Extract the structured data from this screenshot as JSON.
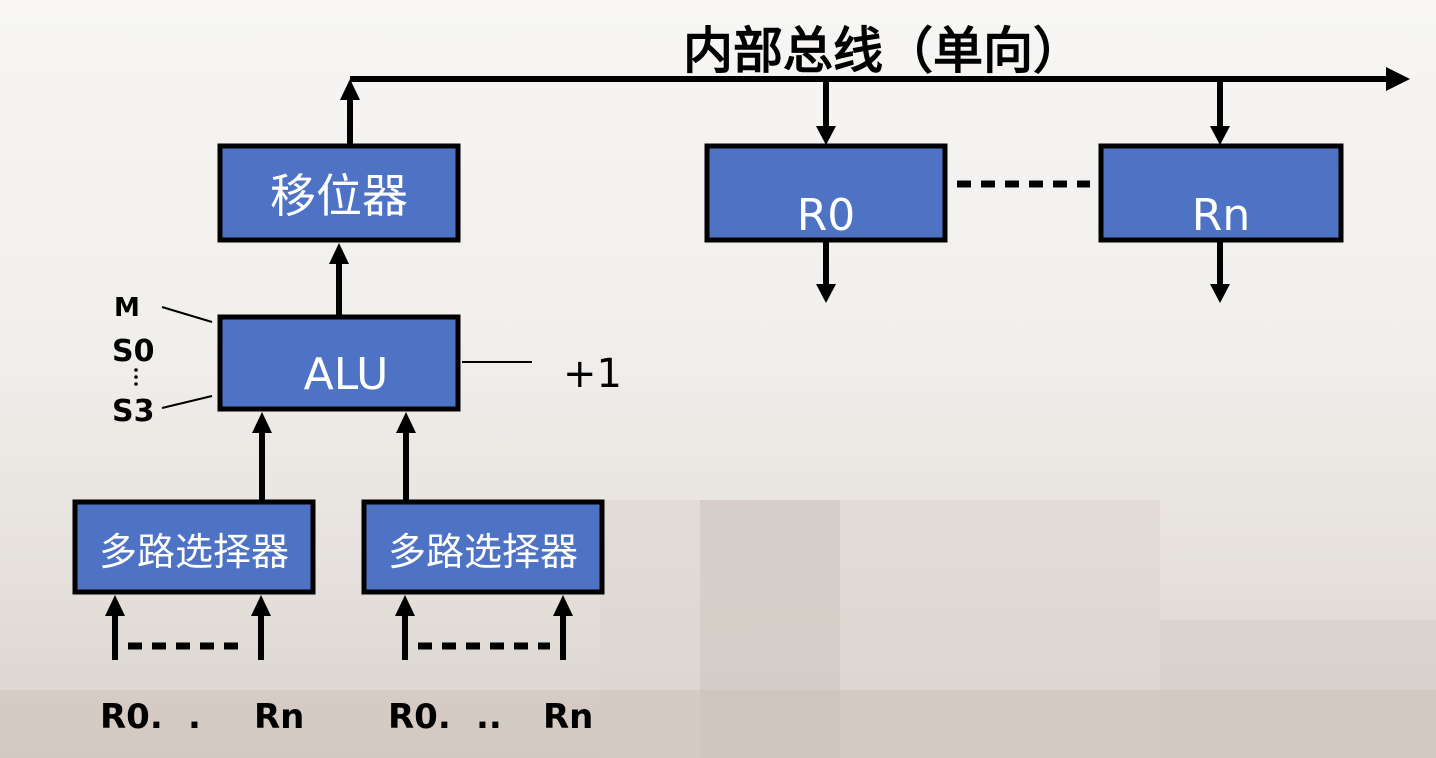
{
  "title": "内部总线（单向）",
  "blocks": {
    "shifter": "移位器",
    "alu": "ALU",
    "reg_r0": "R0",
    "reg_rn": "Rn",
    "mux_left": "多路选择器",
    "mux_right": "多路选择器"
  },
  "labels": {
    "m": "M",
    "s0": "S0",
    "s3": "S3",
    "plus_one": "+1",
    "mux_left_inputs_r0": "R0.",
    "mux_left_inputs_mid": ".",
    "mux_left_inputs_rn": "Rn",
    "mux_right_inputs_r0": "R0.",
    "mux_right_inputs_mid": "..",
    "mux_right_inputs_rn": "Rn"
  }
}
